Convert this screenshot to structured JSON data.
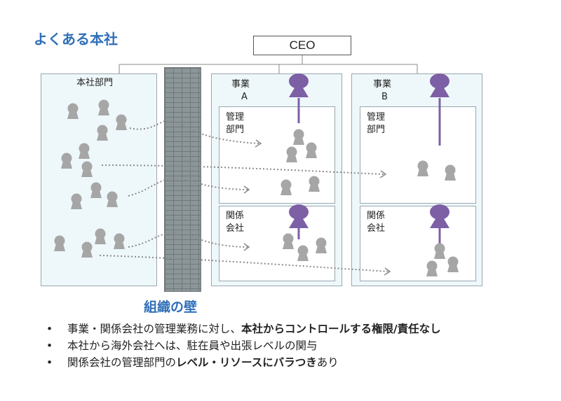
{
  "title": "よくある本社",
  "ceo": "CEO",
  "hq_panel_label": "本社部門",
  "biz_a": {
    "label_line1": "事業",
    "label_line2": "A"
  },
  "biz_b": {
    "label_line1": "事業",
    "label_line2": "B"
  },
  "mgmt_dept": {
    "line1": "管理",
    "line2": "部門"
  },
  "affiliate": {
    "line1": "関係",
    "line2": "会社"
  },
  "wall_label": "組織の壁",
  "bullets": [
    {
      "bullet": "•",
      "normal": "事業・関係会社の管理業務に対し、",
      "bold": "本社からコントロールする権限/責任なし",
      "tail": ""
    },
    {
      "bullet": "•",
      "normal": "本社から海外会社へは、駐在員や出張レベルの関与",
      "bold": "",
      "tail": ""
    },
    {
      "bullet": "•",
      "normal": "関係会社の管理部門の",
      "bold": "レベル・リソースにバラつき",
      "tail": "あり"
    }
  ],
  "colors": {
    "accent_blue": "#2f6fb8",
    "leader_purple": "#7d5fa6",
    "staff_gray": "#a6a6a6",
    "panel_bg": "#eef8fb",
    "wall_gray": "#8c9699"
  }
}
